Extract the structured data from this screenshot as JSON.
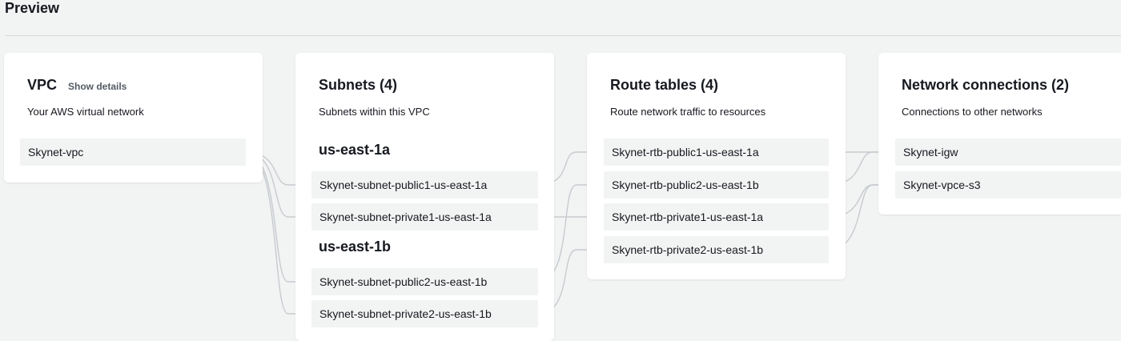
{
  "preview_title": "Preview",
  "vpc": {
    "title": "VPC",
    "show_details": "Show details",
    "description": "Your AWS virtual network",
    "items": [
      "Skynet-vpc"
    ]
  },
  "subnets": {
    "title": "Subnets (4)",
    "description": "Subnets within this VPC",
    "az1": "us-east-1a",
    "az2": "us-east-1b",
    "items": [
      "Skynet-subnet-public1-us-east-1a",
      "Skynet-subnet-private1-us-east-1a",
      "Skynet-subnet-public2-us-east-1b",
      "Skynet-subnet-private2-us-east-1b"
    ]
  },
  "route_tables": {
    "title": "Route tables (4)",
    "description": "Route network traffic to resources",
    "items": [
      "Skynet-rtb-public1-us-east-1a",
      "Skynet-rtb-public2-us-east-1b",
      "Skynet-rtb-private1-us-east-1a",
      "Skynet-rtb-private2-us-east-1b"
    ]
  },
  "network_connections": {
    "title": "Network connections (2)",
    "description": "Connections to other networks",
    "items": [
      "Skynet-igw",
      "Skynet-vpce-s3"
    ]
  }
}
